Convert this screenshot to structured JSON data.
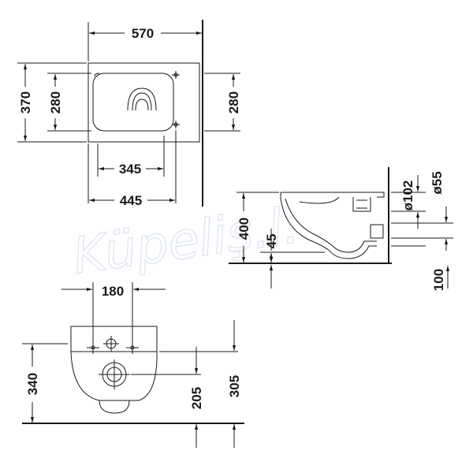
{
  "watermark": "Küpelı̇ş.l.",
  "top_view": {
    "width_total": "570",
    "height_total": "370",
    "height_inner_left": "280",
    "height_inner_right": "280",
    "width_lower_1": "345",
    "width_lower_2": "445"
  },
  "side_view": {
    "height_400": "400",
    "height_45": "45",
    "dia_102": "ø102",
    "dia_55": "ø55",
    "height_100": "100"
  },
  "front_view": {
    "width_180": "180",
    "height_340": "340",
    "height_205": "205",
    "height_305": "305"
  }
}
